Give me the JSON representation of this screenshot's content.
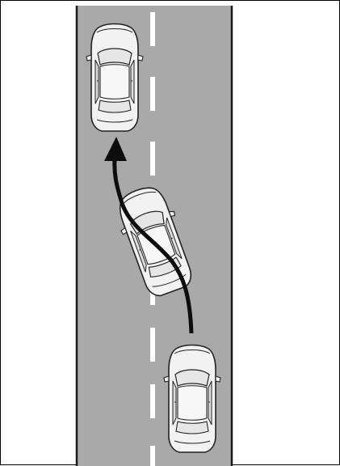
{
  "figure": {
    "subject": "lane-change-illustration",
    "colors": {
      "road": "#a9a9a9",
      "road_edge": "#1a1a1a",
      "lane_marking": "#ffffff",
      "car_body": "#f2f2f2",
      "car_outline": "#222222",
      "arrow": "#0d0d0d",
      "frame": "#000000"
    },
    "vehicles": [
      {
        "role": "vehicle-after-lane-change",
        "lane": "left"
      },
      {
        "role": "vehicle-changing-lane",
        "lane": "crossing"
      },
      {
        "role": "vehicle-before-lane-change",
        "lane": "right"
      }
    ],
    "path_arrow": {
      "direction": "right-lane-to-left-lane",
      "icon": "curved-arrow-icon"
    }
  }
}
